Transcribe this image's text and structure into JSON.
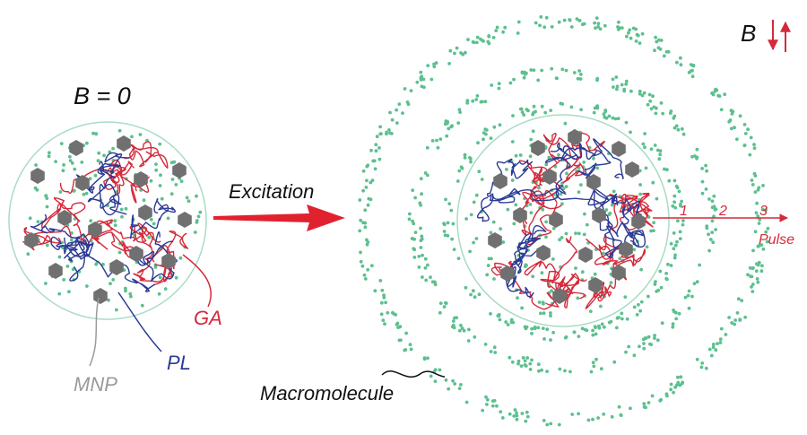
{
  "labels": {
    "field_zero": "B = 0",
    "field": "B",
    "excitation": "Excitation",
    "mnp": "MNP",
    "pl": "PL",
    "ga": "GA",
    "macromolecule": "Macromolecule",
    "pulse": "Pulse",
    "ring_1": "1",
    "ring_2": "2",
    "ring_3": "3"
  },
  "colors": {
    "red": "#d42a3b",
    "blue": "#2b3a94",
    "green": "#5cc08e",
    "hexagon": "#707070",
    "outline": "#a8dcc4",
    "gray_label": "#9a9a9a",
    "black": "#111111"
  }
}
